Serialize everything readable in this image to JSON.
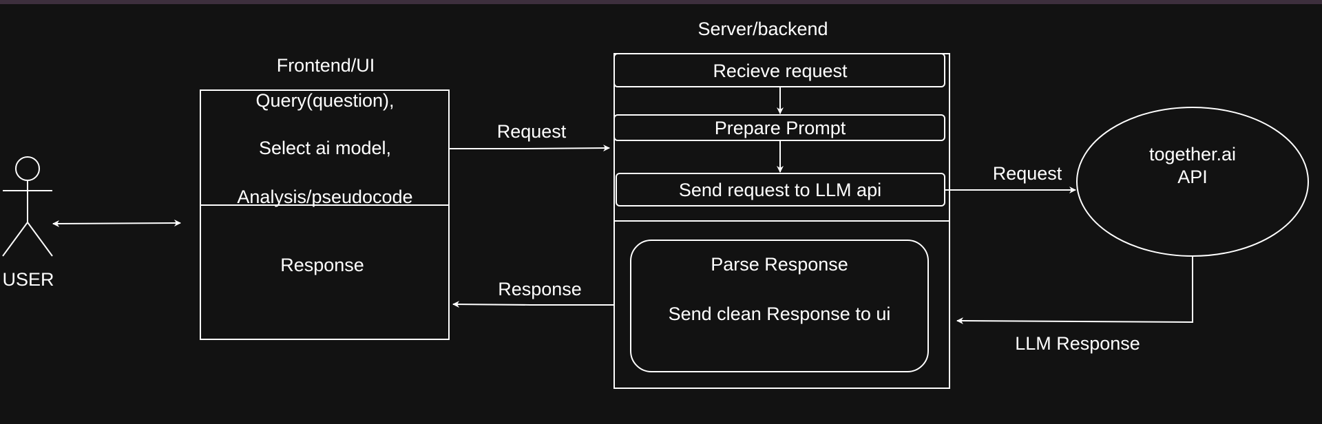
{
  "actor": {
    "label": "USER"
  },
  "frontend": {
    "title": "Frontend/UI",
    "lines": [
      "Query(question),",
      "Select ai model,",
      "Analysis/pseudocode"
    ],
    "response": "Response"
  },
  "backend": {
    "title": "Server/backend",
    "steps": [
      "Recieve request",
      "Prepare Prompt",
      "Send request to LLM api"
    ],
    "parse": "Parse Response",
    "send_clean": "Send clean Response to ui"
  },
  "api": {
    "line1": "together.ai",
    "line2": "API"
  },
  "edges": {
    "fe_to_be": "Request",
    "be_to_fe": "Response",
    "be_to_api": "Request",
    "api_to_be": "LLM Response"
  }
}
